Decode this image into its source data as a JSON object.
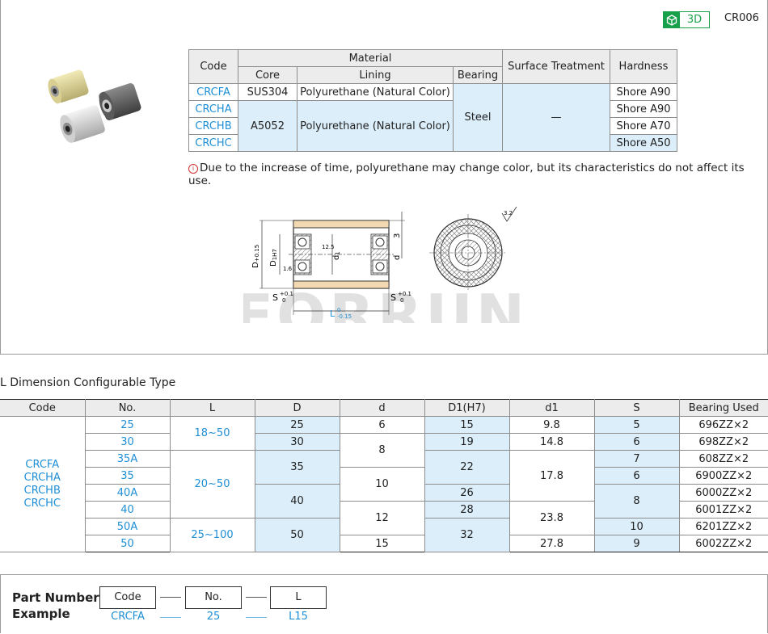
{
  "header": {
    "badge_3d": "3D",
    "product_code": "CR006"
  },
  "material_table": {
    "headers": {
      "code": "Code",
      "material": "Material",
      "core": "Core",
      "lining": "Lining",
      "bearing": "Bearing",
      "surface_treatment": "Surface Treatment",
      "hardness": "Hardness"
    },
    "rows": [
      {
        "code": "CRCFA",
        "core": "SUS304",
        "lining": "Polyurethane (Natural Color)",
        "hardness": "Shore A90"
      },
      {
        "code": "CRCHA",
        "core": "A5052",
        "lining": "Polyurethane (Natural Color)",
        "hardness": "Shore A90"
      },
      {
        "code": "CRCHB",
        "hardness": "Shore A70"
      },
      {
        "code": "CRCHC",
        "hardness": "Shore A50"
      }
    ],
    "bearing_value": "Steel",
    "surface_value": "—"
  },
  "note": {
    "icon": "info-icon",
    "text": "Due to the increase of time, polyurethane may change color, but its characteristics do not affect its use."
  },
  "drawing": {
    "labels": {
      "D": "D",
      "D_tol": "+0.15",
      "D1": "D",
      "D1_sub": "1H7",
      "d1": "d",
      "d1_sub": "1",
      "d": "d",
      "three": "3",
      "s_left": "S",
      "s_right": "S",
      "s_tol_top": "+0.1",
      "s_tol_bottom": "0",
      "L": "L",
      "L_tol_top": "0",
      "L_tol_bottom": "-0.15",
      "roughness_1": "1.6",
      "roughness_2": "12.5",
      "roughness_3": "3.2"
    },
    "watermark": "FORRUN"
  },
  "dimension_section": {
    "title": "L Dimension Configurable Type",
    "headers": [
      "Code",
      "No.",
      "L",
      "D",
      "d",
      "D1(H7)",
      "d1",
      "S",
      "Bearing Used"
    ],
    "codes": [
      "CRCFA",
      "CRCHA",
      "CRCHB",
      "CRCHC"
    ],
    "rows": [
      {
        "no": "25",
        "bearing": "696ZZ×2"
      },
      {
        "no": "30",
        "bearing": "698ZZ×2"
      },
      {
        "no": "35A",
        "bearing": "608ZZ×2"
      },
      {
        "no": "35",
        "bearing": "6900ZZ×2"
      },
      {
        "no": "40A",
        "bearing": "6000ZZ×2"
      },
      {
        "no": "40",
        "bearing": "6001ZZ×2"
      },
      {
        "no": "50A",
        "bearing": "6201ZZ×2"
      },
      {
        "no": "50",
        "bearing": "6002ZZ×2"
      }
    ],
    "L": [
      "18~50",
      "20~50",
      "25~100"
    ],
    "D": [
      "25",
      "30",
      "35",
      "40",
      "50"
    ],
    "d": [
      "6",
      "8",
      "10",
      "12",
      "15"
    ],
    "D1": [
      "15",
      "19",
      "22",
      "26",
      "28",
      "32"
    ],
    "d1": [
      "9.8",
      "14.8",
      "17.8",
      "23.8",
      "27.8"
    ],
    "S": [
      "5",
      "6",
      "7",
      "6",
      "8",
      "10",
      "9"
    ]
  },
  "part_number": {
    "title_line1": "Part Number",
    "title_line2": "Example",
    "boxes": [
      "Code",
      "No.",
      "L"
    ],
    "example": [
      "CRCFA",
      "25",
      "L15"
    ]
  },
  "colors": {
    "accent_blue": "#1f8fd6",
    "cell_highlight": "#dbeefa",
    "badge_green": "#19a04a",
    "header_gray": "#ececec"
  }
}
